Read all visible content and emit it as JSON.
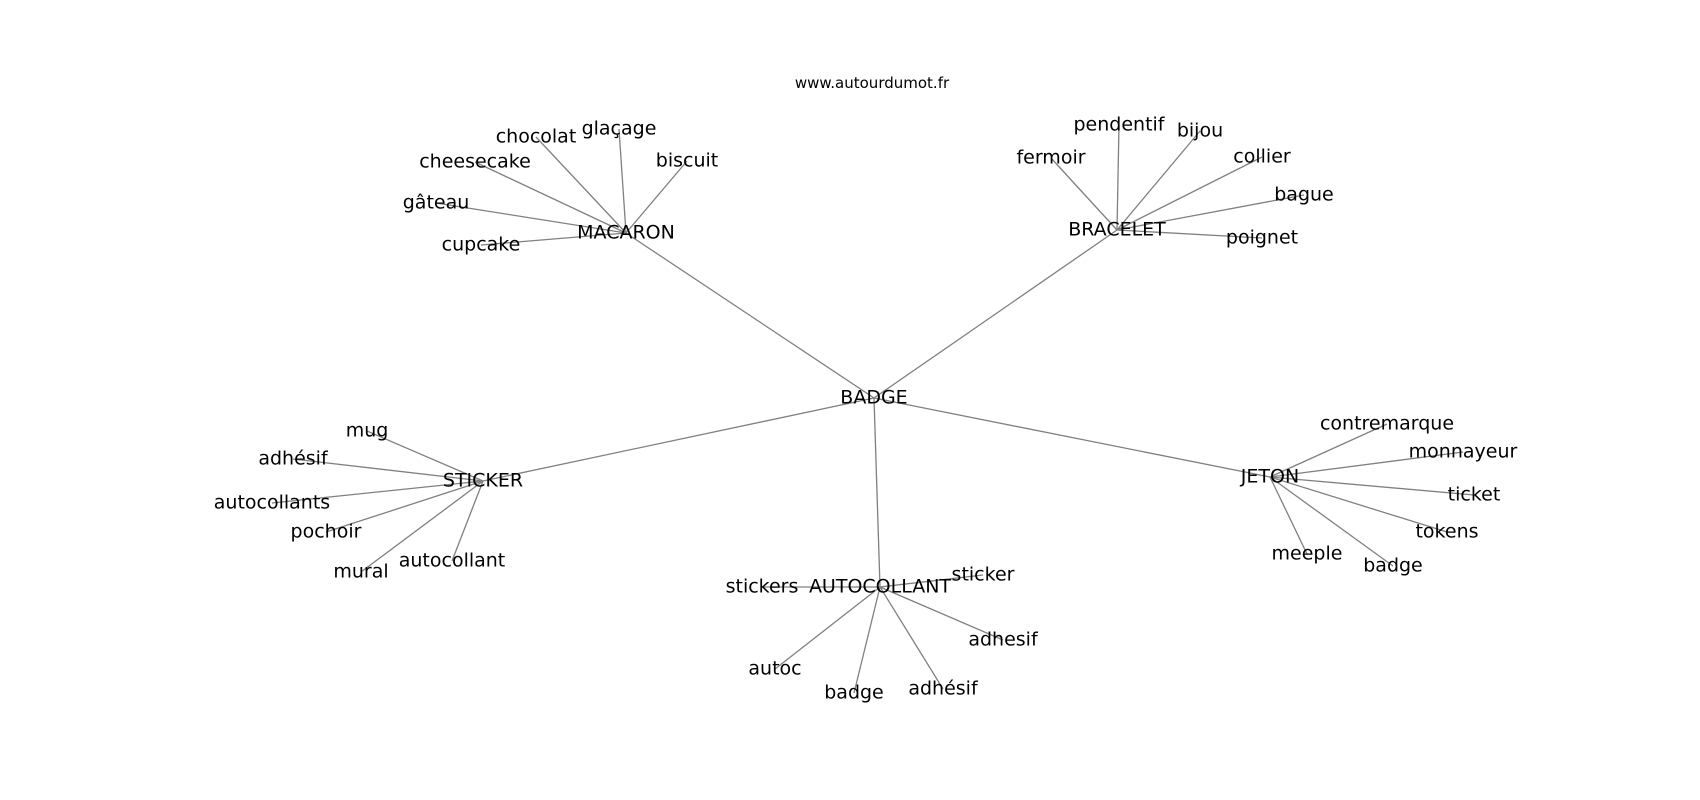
{
  "site": "www.autourdumot.fr",
  "root": {
    "id": "badge-root",
    "label": "BADGE"
  },
  "hubs": [
    {
      "id": "macaron",
      "label": "MACARON",
      "leaves": [
        "cupcake",
        "gâteau",
        "cheesecake",
        "chocolat",
        "glaçage",
        "biscuit"
      ]
    },
    {
      "id": "bracelet",
      "label": "BRACELET",
      "leaves": [
        "fermoir",
        "pendentif",
        "bijou",
        "collier",
        "bague",
        "poignet"
      ]
    },
    {
      "id": "sticker",
      "label": "STICKER",
      "leaves": [
        "mug",
        "adhésif",
        "autocollants",
        "pochoir",
        "mural",
        "autocollant"
      ]
    },
    {
      "id": "jeton",
      "label": "JETON",
      "leaves": [
        "contremarque",
        "monnayeur",
        "ticket",
        "tokens",
        "badge",
        "meeple"
      ]
    },
    {
      "id": "autocollant",
      "label": "AUTOCOLLANT",
      "leaves": [
        "stickers",
        "sticker",
        "adhesif",
        "adhésif",
        "badge",
        "autoc"
      ]
    }
  ]
}
